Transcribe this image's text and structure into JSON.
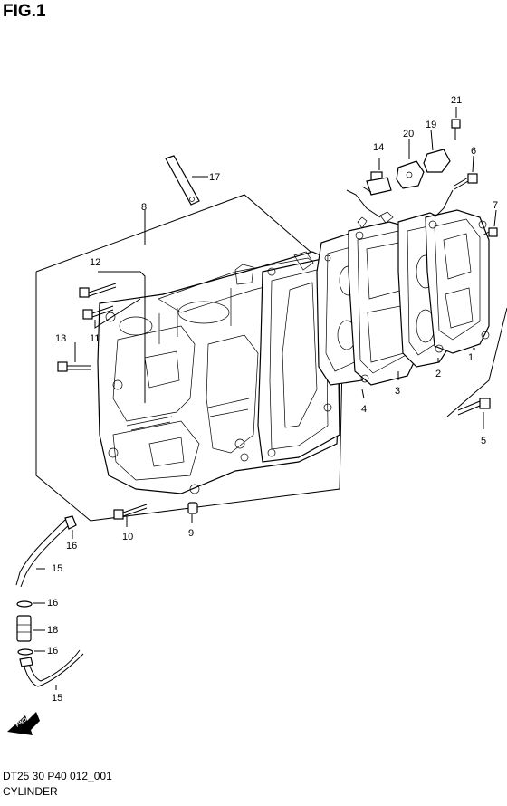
{
  "figure": {
    "title": "FIG.1",
    "code": "DT25 30 P40 012_001",
    "name": "CYLINDER"
  },
  "fwd_label": "FWD",
  "callouts": [
    "1",
    "2",
    "3",
    "4",
    "5",
    "6",
    "7",
    "8",
    "9",
    "10",
    "11",
    "12",
    "13",
    "14",
    "15",
    "15",
    "16",
    "16",
    "16",
    "17",
    "18",
    "19",
    "20",
    "21"
  ]
}
